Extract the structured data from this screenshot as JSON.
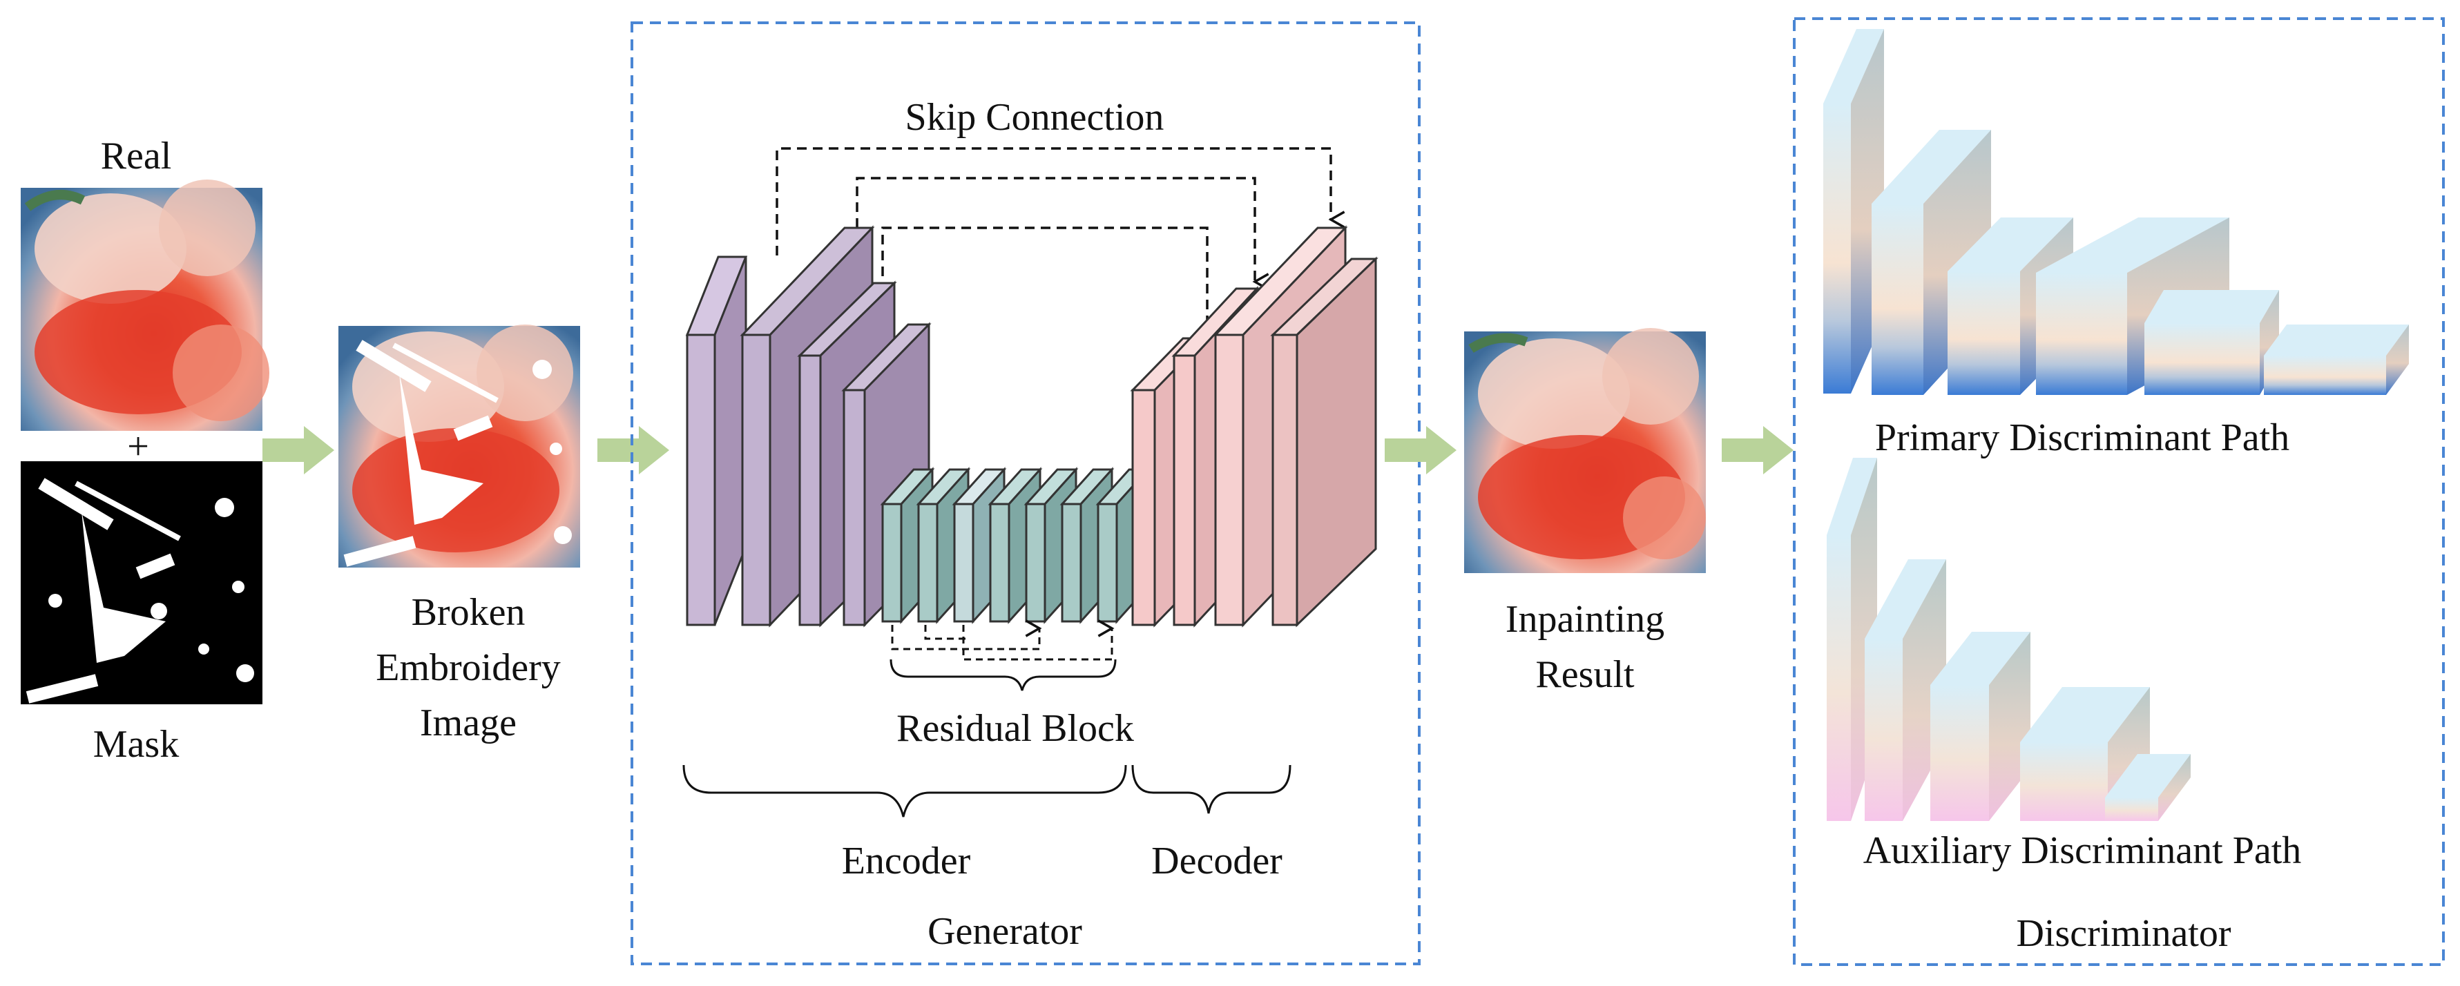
{
  "labels": {
    "real": "Real",
    "plus": "+",
    "mask": "Mask",
    "broken_line1": "Broken",
    "broken_line2": "Embroidery",
    "broken_line3": "Image",
    "skip_connection": "Skip Connection",
    "residual_block": "Residual Block",
    "encoder": "Encoder",
    "decoder": "Decoder",
    "generator": "Generator",
    "inpainting_line1": "Inpainting",
    "inpainting_line2": "Result",
    "primary_path": "Primary Discriminant Path",
    "auxiliary_path": "Auxiliary Discriminant Path",
    "discriminator": "Discriminator"
  },
  "colors": {
    "encoder_face": "#c9b8d6",
    "encoder_dark": "#a893b6",
    "residual_face": "#a9cbc7",
    "residual_dark": "#7fa8a4",
    "decoder_face": "#f5c9c9",
    "decoder_dark": "#d9a3a6",
    "arrow": "#b9d39a",
    "dashed_box": "#4a86d4",
    "primary_bottom": "#3a7bd5",
    "auxiliary_bottom": "#f6c6ea",
    "block_top": "#d8eef8"
  },
  "icons": {
    "flow_arrow": "right-arrow-icon",
    "skip_arrow": "dashed-arrow-icon"
  }
}
